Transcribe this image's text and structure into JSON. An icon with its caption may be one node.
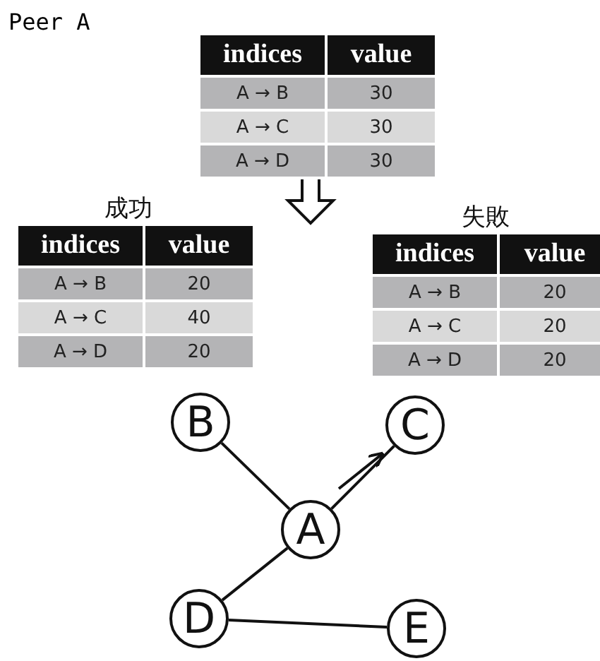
{
  "diagram": {
    "nodes": [
      {
        "text": [
          "B"
        ]
      },
      {
        "text": [
          "C"
        ]
      },
      {
        "text": [
          "A"
        ]
      },
      {
        "text": [
          "D"
        ]
      },
      {
        "text": [
          "E"
        ]
      }
    ],
    "edges": [
      {
        "from": 0,
        "to": 2,
        "arrow": "none"
      },
      {
        "from": 2,
        "to": 1,
        "arrow": "none"
      },
      {
        "from": 2,
        "to": 3,
        "arrow": "none"
      },
      {
        "from": 3,
        "to": 4,
        "arrow": "none"
      }
    ],
    "labels": [
      "Peer A",
      "indices",
      "value",
      "A → B",
      "30",
      "A → C",
      "30",
      "A → D",
      "30",
      "成功",
      "indices",
      "value",
      "A → B",
      "20",
      "A → C",
      "40",
      "A → D",
      "20",
      "失敗",
      "indices",
      "value",
      "A → B",
      "20",
      "A → C",
      "20",
      "A → D",
      "20"
    ]
  }
}
